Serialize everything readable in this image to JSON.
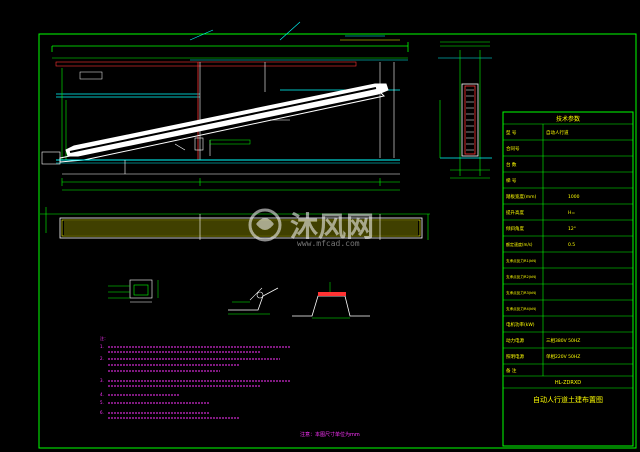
{
  "colors": {
    "background": "#000000",
    "border": "#00ff00",
    "structure": "#ffffff",
    "dimension": "#00ff00",
    "steel": "#ff3333",
    "note_text": "#ff33ff",
    "table_text": "#ffff00",
    "accent": "#00ffff"
  },
  "title_block": {
    "header": "技术参数",
    "rows": [
      {
        "label": "型 号",
        "value": "自动人行道"
      },
      {
        "label": "合同号",
        "value": ""
      },
      {
        "label": "台 数",
        "value": ""
      },
      {
        "label": "梯 号",
        "value": ""
      },
      {
        "label": "踏板宽度(mm)",
        "value": "1000"
      },
      {
        "label": "提升高度",
        "value": "H="
      },
      {
        "label": "倾斜角度",
        "value": "12°"
      },
      {
        "label": "额定速度(m/s)",
        "value": "0.5"
      },
      {
        "label": "支承点反力R1(kN)",
        "value": ""
      },
      {
        "label": "支承点反力R2(kN)",
        "value": ""
      },
      {
        "label": "支承点反力R3(kN)",
        "value": ""
      },
      {
        "label": "支承点反力R4(kN)",
        "value": ""
      },
      {
        "label": "电机功率(kW)",
        "value": ""
      },
      {
        "label": "动力电源",
        "value": "三相380V 50HZ"
      },
      {
        "label": "照明电源",
        "value": "单相220V 50HZ"
      },
      {
        "label": "备 注",
        "value": ""
      }
    ],
    "drawing_no": "HL-ZDRXD",
    "drawing_title": "自动人行道土建布置图"
  },
  "watermark": {
    "main": "沐风网",
    "sub": "www.mfcad.com"
  },
  "bottom_caption": "注意：本图尺寸单位为mm",
  "notes": [
    "注：",
    "1.",
    "2.",
    "3.",
    "4.",
    "5.",
    "6."
  ]
}
